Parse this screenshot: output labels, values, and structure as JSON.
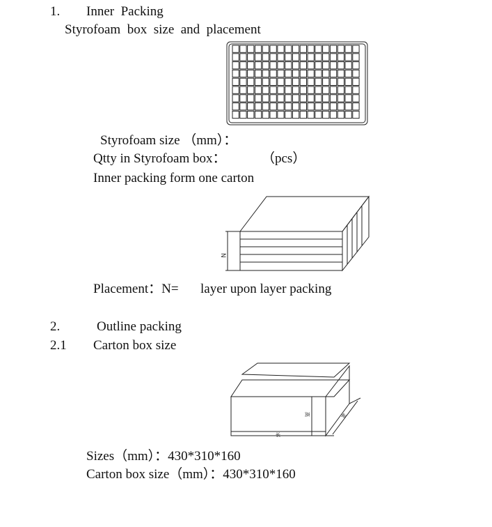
{
  "section1": {
    "number": "1.",
    "title": "Inner  Packing",
    "subtitle": "Styrofoam  box  size  and  placement",
    "styrofoam_size": "Styrofoam size （mm）：",
    "qty_label": "Qtty in Styrofoam box：",
    "qty_unit": "（pcs）",
    "inner_form": "Inner packing form one carton",
    "stack_label": "N",
    "placement_label": "Placement：N=",
    "placement_value": "layer upon layer packing"
  },
  "section2": {
    "number": "2.",
    "title": "Outline packing",
    "sub_number": "2.1",
    "sub_title": "Carton box size",
    "height_mark": "高",
    "width_mark": "宽",
    "length_mark": "长",
    "sizes_line": "Sizes（mm）：430*310*160",
    "carton_line": "Carton box size（mm）：430*310*160"
  }
}
